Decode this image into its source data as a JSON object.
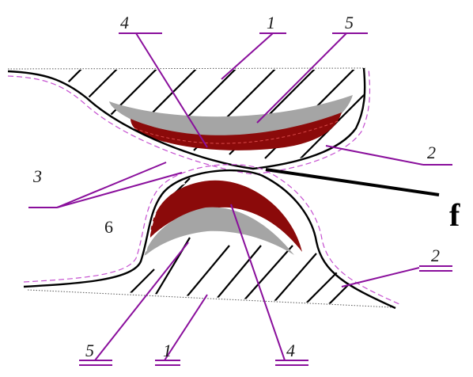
{
  "labels": {
    "top_1": "1",
    "top_4": "4",
    "top_5": "5",
    "right_2_upper": "2",
    "left_3": "3",
    "force_f": "f",
    "zone_6": "6",
    "right_2_lower": "2",
    "bottom_5": "5",
    "bottom_1": "1",
    "bottom_4": "4"
  },
  "colors": {
    "metal_fill": "#ffffff",
    "layer_gray": "#a5a5a5",
    "layer_red": "#8b0a0a",
    "leader_purple": "#8a0f9c",
    "film_pink": "#c54fd0"
  }
}
